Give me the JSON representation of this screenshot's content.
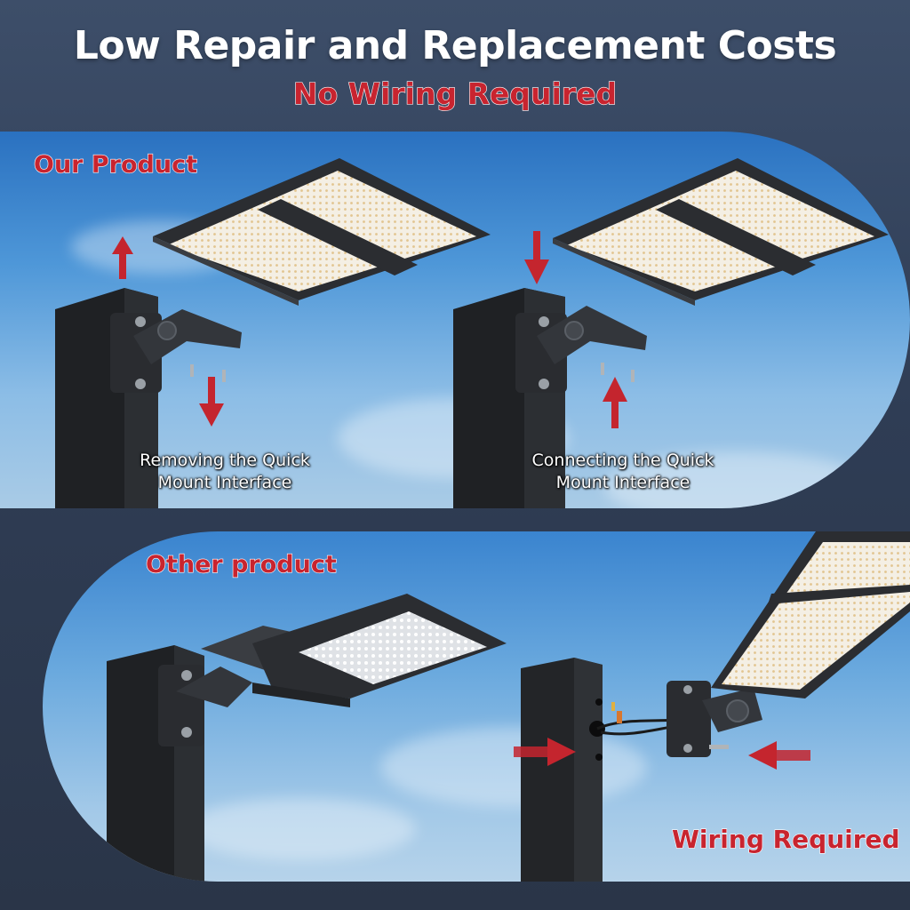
{
  "header": {
    "title": "Low Repair and Replacement Costs",
    "subtitle": "No Wiring Required"
  },
  "top_panel": {
    "label": "Our Product",
    "left_caption_line1": "Removing the Quick",
    "left_caption_line2": "Mount Interface",
    "right_caption_line1": "Connecting the Quick",
    "right_caption_line2": "Mount Interface"
  },
  "bottom_panel": {
    "label": "Other product",
    "wiring_label": "Wiring Required"
  },
  "colors": {
    "accent_red": "#c8242f",
    "arrow_red": "#c4252e",
    "fixture_dark": "#2b2d31",
    "led_panel": "#f3efe6"
  }
}
